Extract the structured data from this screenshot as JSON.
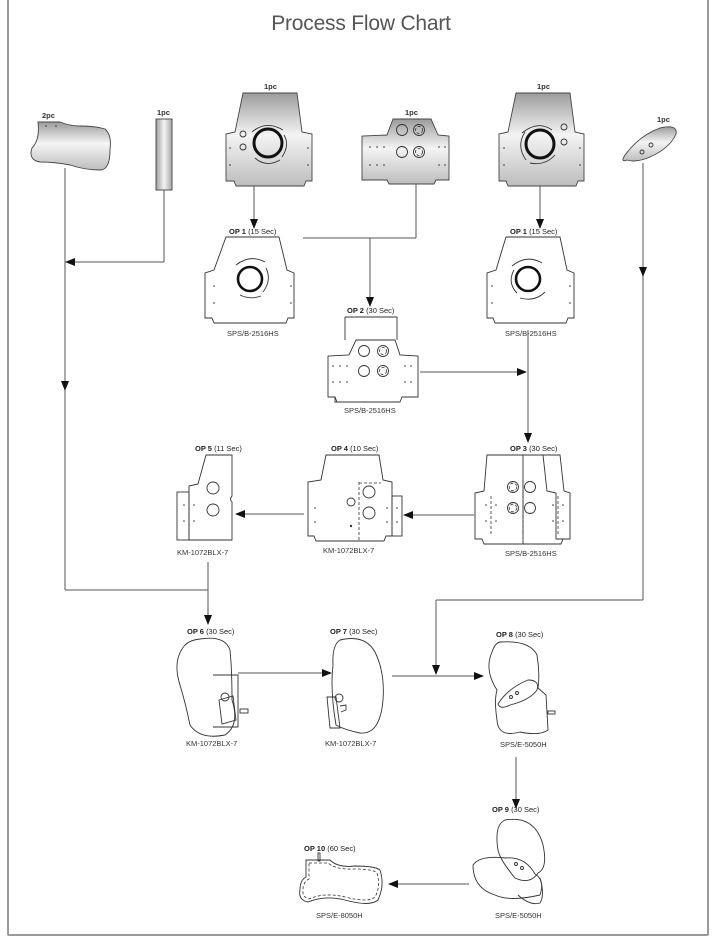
{
  "title": "Process Flow Chart",
  "raw_parts": [
    {
      "id": "raw-bracket-left",
      "qty": "2pc"
    },
    {
      "id": "raw-bar",
      "qty": "1pc"
    },
    {
      "id": "raw-plate-1",
      "qty": "1pc"
    },
    {
      "id": "raw-block",
      "qty": "1pc"
    },
    {
      "id": "raw-plate-2",
      "qty": "1pc"
    },
    {
      "id": "raw-link",
      "qty": "1pc"
    }
  ],
  "operations": [
    {
      "id": "op1a",
      "op": "OP 1",
      "time": "(15 Sec)",
      "machine": "SPS/B-2516HS"
    },
    {
      "id": "op1b",
      "op": "OP 1",
      "time": "(15 Sec)",
      "machine": "SPS/B-2516HS"
    },
    {
      "id": "op2",
      "op": "OP 2",
      "time": "(30 Sec)",
      "machine": "SPS/B-2516HS"
    },
    {
      "id": "op3",
      "op": "OP 3",
      "time": "(30 Sec)",
      "machine": "SPS/B-2516HS"
    },
    {
      "id": "op4",
      "op": "OP 4",
      "time": "(10 Sec)",
      "machine": "KM-1072BLX-7"
    },
    {
      "id": "op5",
      "op": "OP 5",
      "time": "(11 Sec)",
      "machine": "KM-1072BLX-7"
    },
    {
      "id": "op6",
      "op": "OP 6",
      "time": "(30 Sec)",
      "machine": "KM-1072BLX-7"
    },
    {
      "id": "op7",
      "op": "OP 7",
      "time": "(30 Sec)",
      "machine": "KM-1072BLX-7"
    },
    {
      "id": "op8",
      "op": "OP 8",
      "time": "(30 Sec)",
      "machine": "SPS/E-5050H"
    },
    {
      "id": "op9",
      "op": "OP 9",
      "time": "(30 Sec)",
      "machine": "SPS/E-5050H"
    },
    {
      "id": "op10",
      "op": "OP 10",
      "time": "(60 Sec)",
      "machine": "SPS/E-8050H"
    }
  ],
  "colors": {
    "frame": "#9a9a9a",
    "line": "#555555",
    "title": "#555555"
  }
}
